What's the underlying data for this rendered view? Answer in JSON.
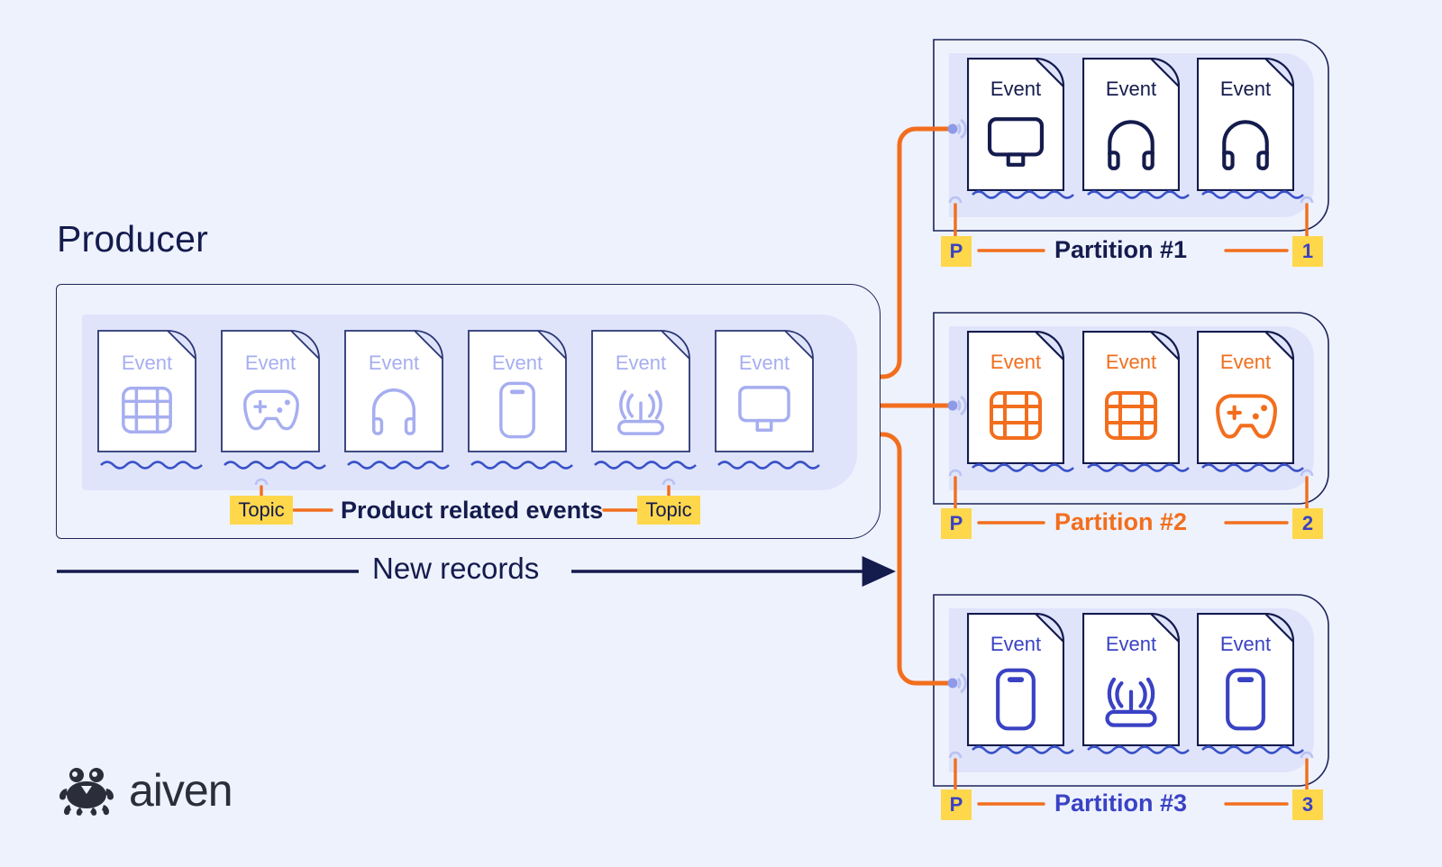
{
  "theme": {
    "background": "#eef2fd",
    "navy": "#141b4d",
    "orange": "#f26e1d",
    "blue": "#3a42c4",
    "lavender": "#a6aef0",
    "band": "#dfe4fb",
    "yellow": "#ffd74b"
  },
  "producer": {
    "title": "Producer",
    "event_label": "Event",
    "events": [
      {
        "label": "Event",
        "icon": "table-grid-icon"
      },
      {
        "label": "Event",
        "icon": "gamepad-icon"
      },
      {
        "label": "Event",
        "icon": "headphones-icon"
      },
      {
        "label": "Event",
        "icon": "smartphone-icon"
      },
      {
        "label": "Event",
        "icon": "router-wifi-icon"
      },
      {
        "label": "Event",
        "icon": "monitor-icon"
      }
    ],
    "topic_left": "Topic",
    "topic_right": "Topic",
    "topic_caption": "Product related events",
    "flow_label": "New records"
  },
  "partitions": [
    {
      "title": "Partition #1",
      "producer_badge": "P",
      "number_badge": "1",
      "accent": "#141b4d",
      "events": [
        {
          "label": "Event",
          "icon": "monitor-icon"
        },
        {
          "label": "Event",
          "icon": "headphones-icon"
        },
        {
          "label": "Event",
          "icon": "headphones-icon"
        }
      ]
    },
    {
      "title": "Partition #2",
      "producer_badge": "P",
      "number_badge": "2",
      "accent": "#f26e1d",
      "events": [
        {
          "label": "Event",
          "icon": "table-grid-icon"
        },
        {
          "label": "Event",
          "icon": "table-grid-icon"
        },
        {
          "label": "Event",
          "icon": "gamepad-icon"
        }
      ]
    },
    {
      "title": "Partition #3",
      "producer_badge": "P",
      "number_badge": "3",
      "accent": "#3a42c4",
      "events": [
        {
          "label": "Event",
          "icon": "smartphone-icon"
        },
        {
          "label": "Event",
          "icon": "router-wifi-icon"
        },
        {
          "label": "Event",
          "icon": "smartphone-icon"
        }
      ]
    }
  ],
  "brand": {
    "name": "aiven",
    "logo_icon": "aiven-crab-logo"
  }
}
